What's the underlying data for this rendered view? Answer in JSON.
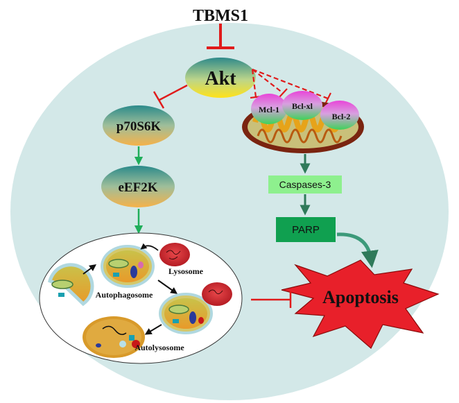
{
  "nodes": {
    "tbms1": "TBMS1",
    "akt": "Akt",
    "p70s6k": "p70S6K",
    "eef2k": "eEF2K",
    "mcl1": "Mcl-1",
    "bclxl": "Bcl-xl",
    "bcl2": "Bcl-2",
    "caspases3": "Caspases-3",
    "parp": "PARP",
    "apoptosis": "Apoptosis"
  },
  "autophagy": {
    "lysosome": "Lysosome",
    "autophagosome": "Autophagosome",
    "autolysosome": "Autolysosome"
  },
  "colors": {
    "cell": "#d3e8e8",
    "inhibit": "#e01b1b",
    "activate": "#1fae5a",
    "caspase_box": "#8ef08e",
    "parp_box": "#10a050",
    "apoptosis_star": "#e8202a"
  }
}
